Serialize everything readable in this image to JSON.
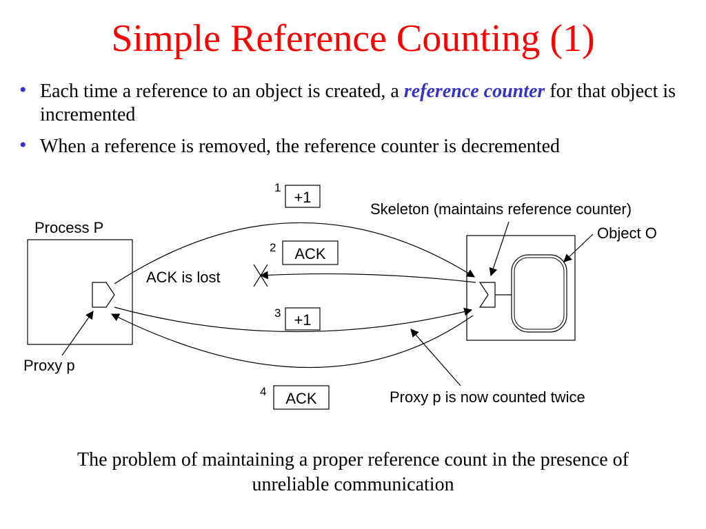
{
  "slide": {
    "title": "Simple Reference Counting (1)",
    "bullets": [
      {
        "before": "Each time a reference to an object is created, a ",
        "emphasis": "reference counter",
        "after": " for that object is incremented"
      },
      {
        "before": "When a reference is removed, the reference counter is decremented",
        "emphasis": "",
        "after": ""
      }
    ],
    "caption": "The problem of maintaining a proper reference count in the presence of unreliable communication"
  },
  "diagram": {
    "process_label": "Process P",
    "proxy_label": "Proxy p",
    "skeleton_label": "Skeleton (maintains reference counter)",
    "object_label": "Object O",
    "lost_label": "ACK is lost",
    "counted_twice_label": "Proxy p is now counted twice",
    "messages": [
      {
        "number": "1",
        "label": "+1"
      },
      {
        "number": "2",
        "label": "ACK"
      },
      {
        "number": "3",
        "label": "+1"
      },
      {
        "number": "4",
        "label": "ACK"
      }
    ]
  }
}
